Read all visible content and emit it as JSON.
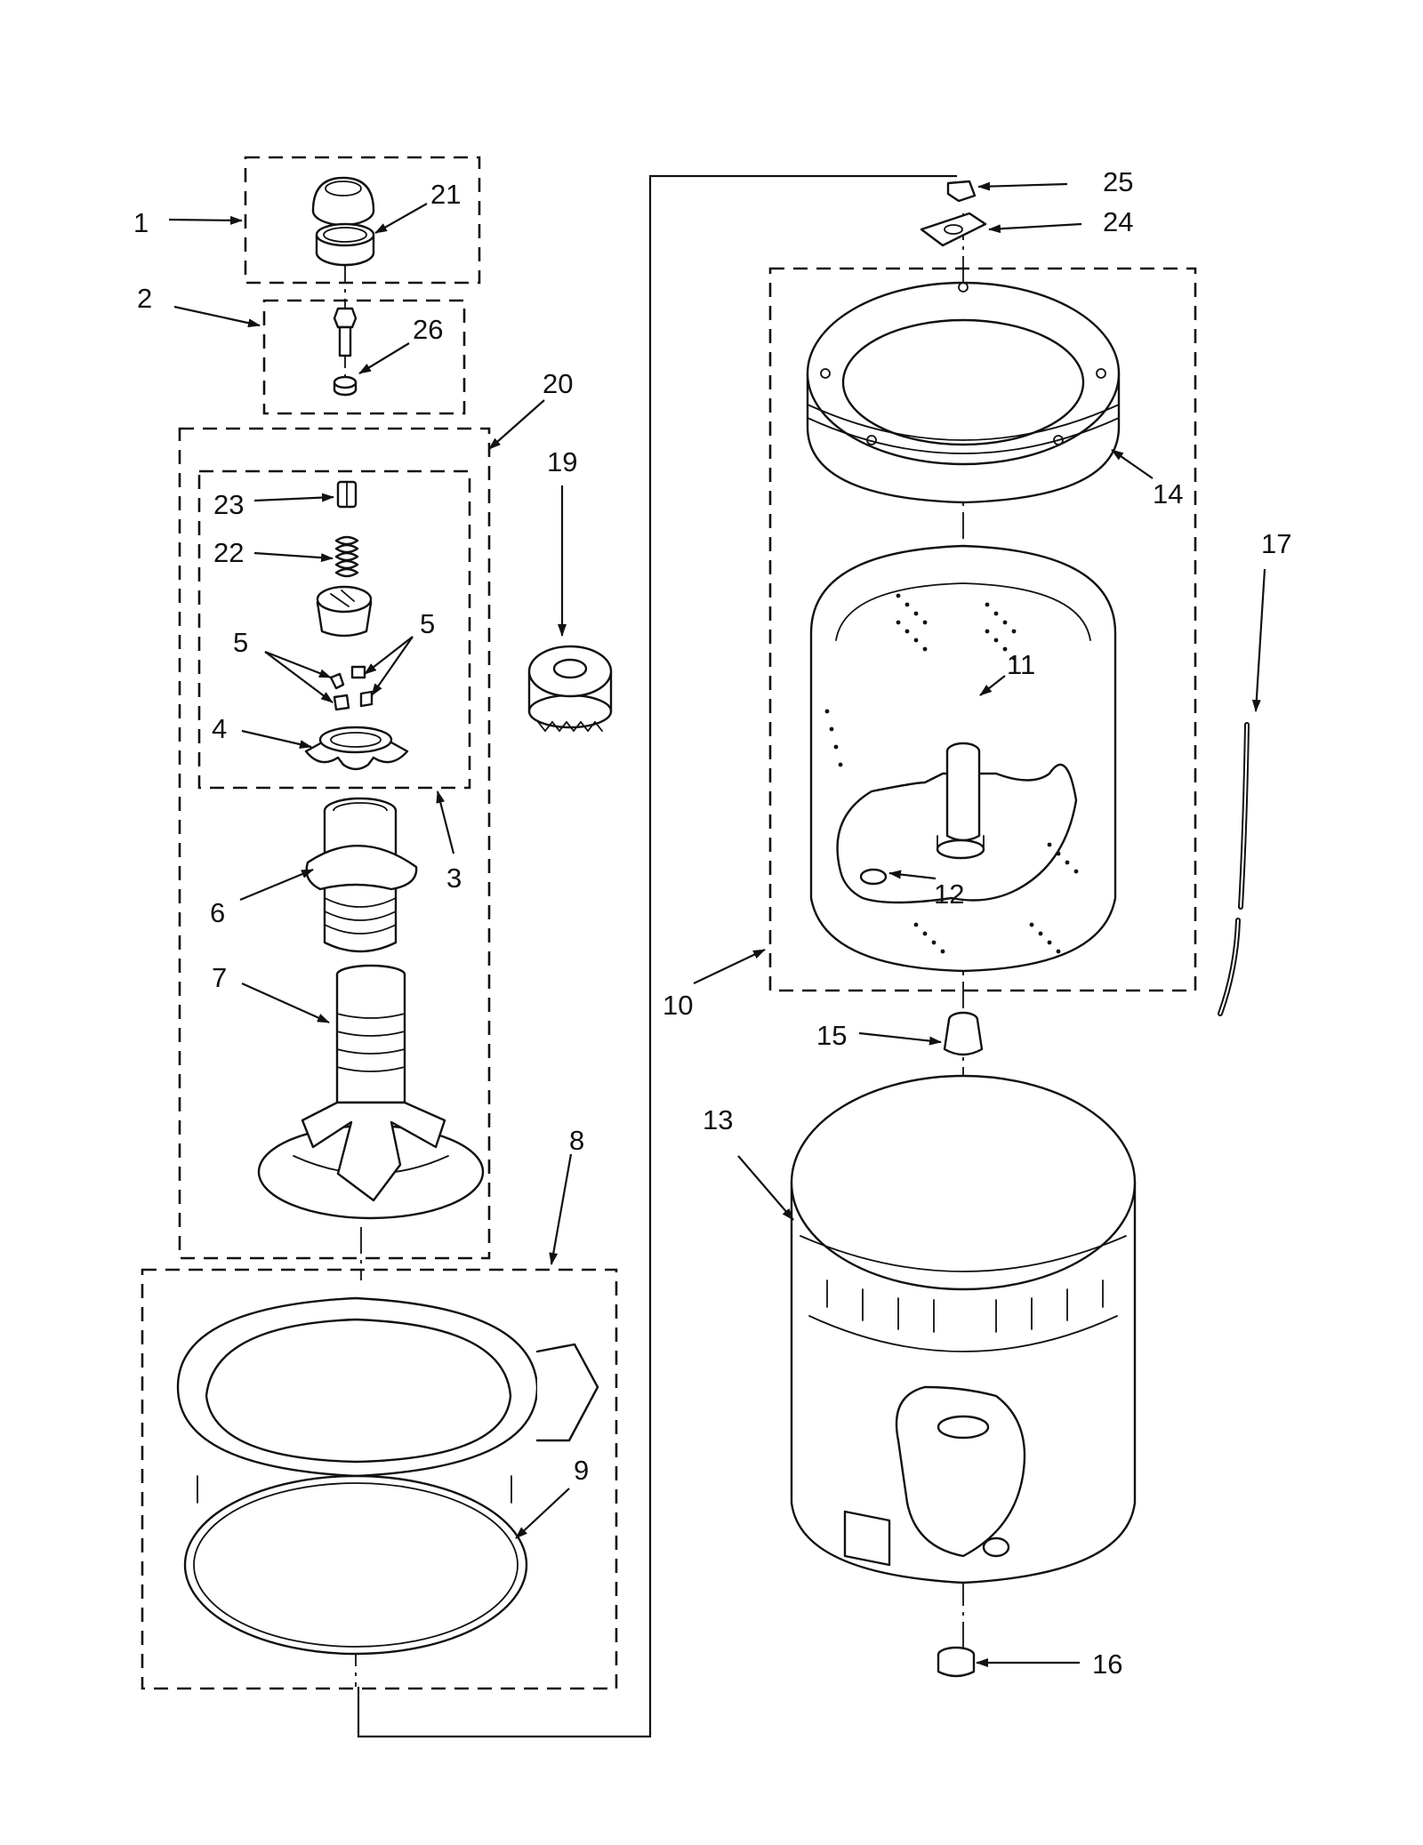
{
  "labels": {
    "c1": "1",
    "c2": "2",
    "c3": "3",
    "c4": "4",
    "c5a": "5",
    "c5b": "5",
    "c6": "6",
    "c7": "7",
    "c8": "8",
    "c9": "9",
    "c10": "10",
    "c11": "11",
    "c12": "12",
    "c13": "13",
    "c14": "14",
    "c15": "15",
    "c16": "16",
    "c17": "17",
    "c19": "19",
    "c20": "20",
    "c21": "21",
    "c22": "22",
    "c23": "23",
    "c24": "24",
    "c25": "25",
    "c26": "26"
  }
}
